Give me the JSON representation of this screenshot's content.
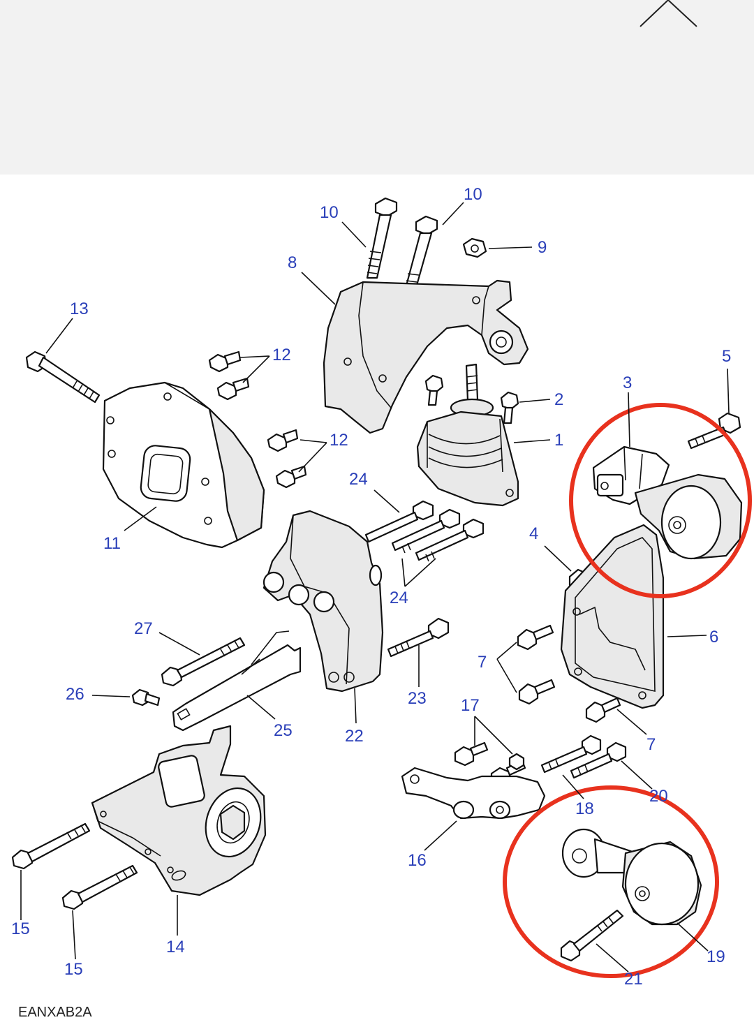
{
  "colors": {
    "label": "#2a3fb8",
    "highlight_circle": "#e8321e",
    "header_bg": "#f2f2f2",
    "line": "#111111"
  },
  "header": {
    "collapse_icon": "chevron-up-icon"
  },
  "diagram": {
    "code": "EANXAB2A",
    "labels": {
      "l1": "1",
      "l2": "2",
      "l3": "3",
      "l4": "4",
      "l5": "5",
      "l6": "6",
      "l7a": "7",
      "l7b": "7",
      "l8": "8",
      "l9": "9",
      "l10a": "10",
      "l10b": "10",
      "l11": "11",
      "l12a": "12",
      "l12b": "12",
      "l13": "13",
      "l14": "14",
      "l15a": "15",
      "l15b": "15",
      "l16": "16",
      "l17": "17",
      "l18": "18",
      "l19": "19",
      "l20": "20",
      "l21": "21",
      "l22": "22",
      "l23": "23",
      "l24a": "24",
      "l24b": "24",
      "l25": "25",
      "l26": "26",
      "l27": "27"
    }
  }
}
